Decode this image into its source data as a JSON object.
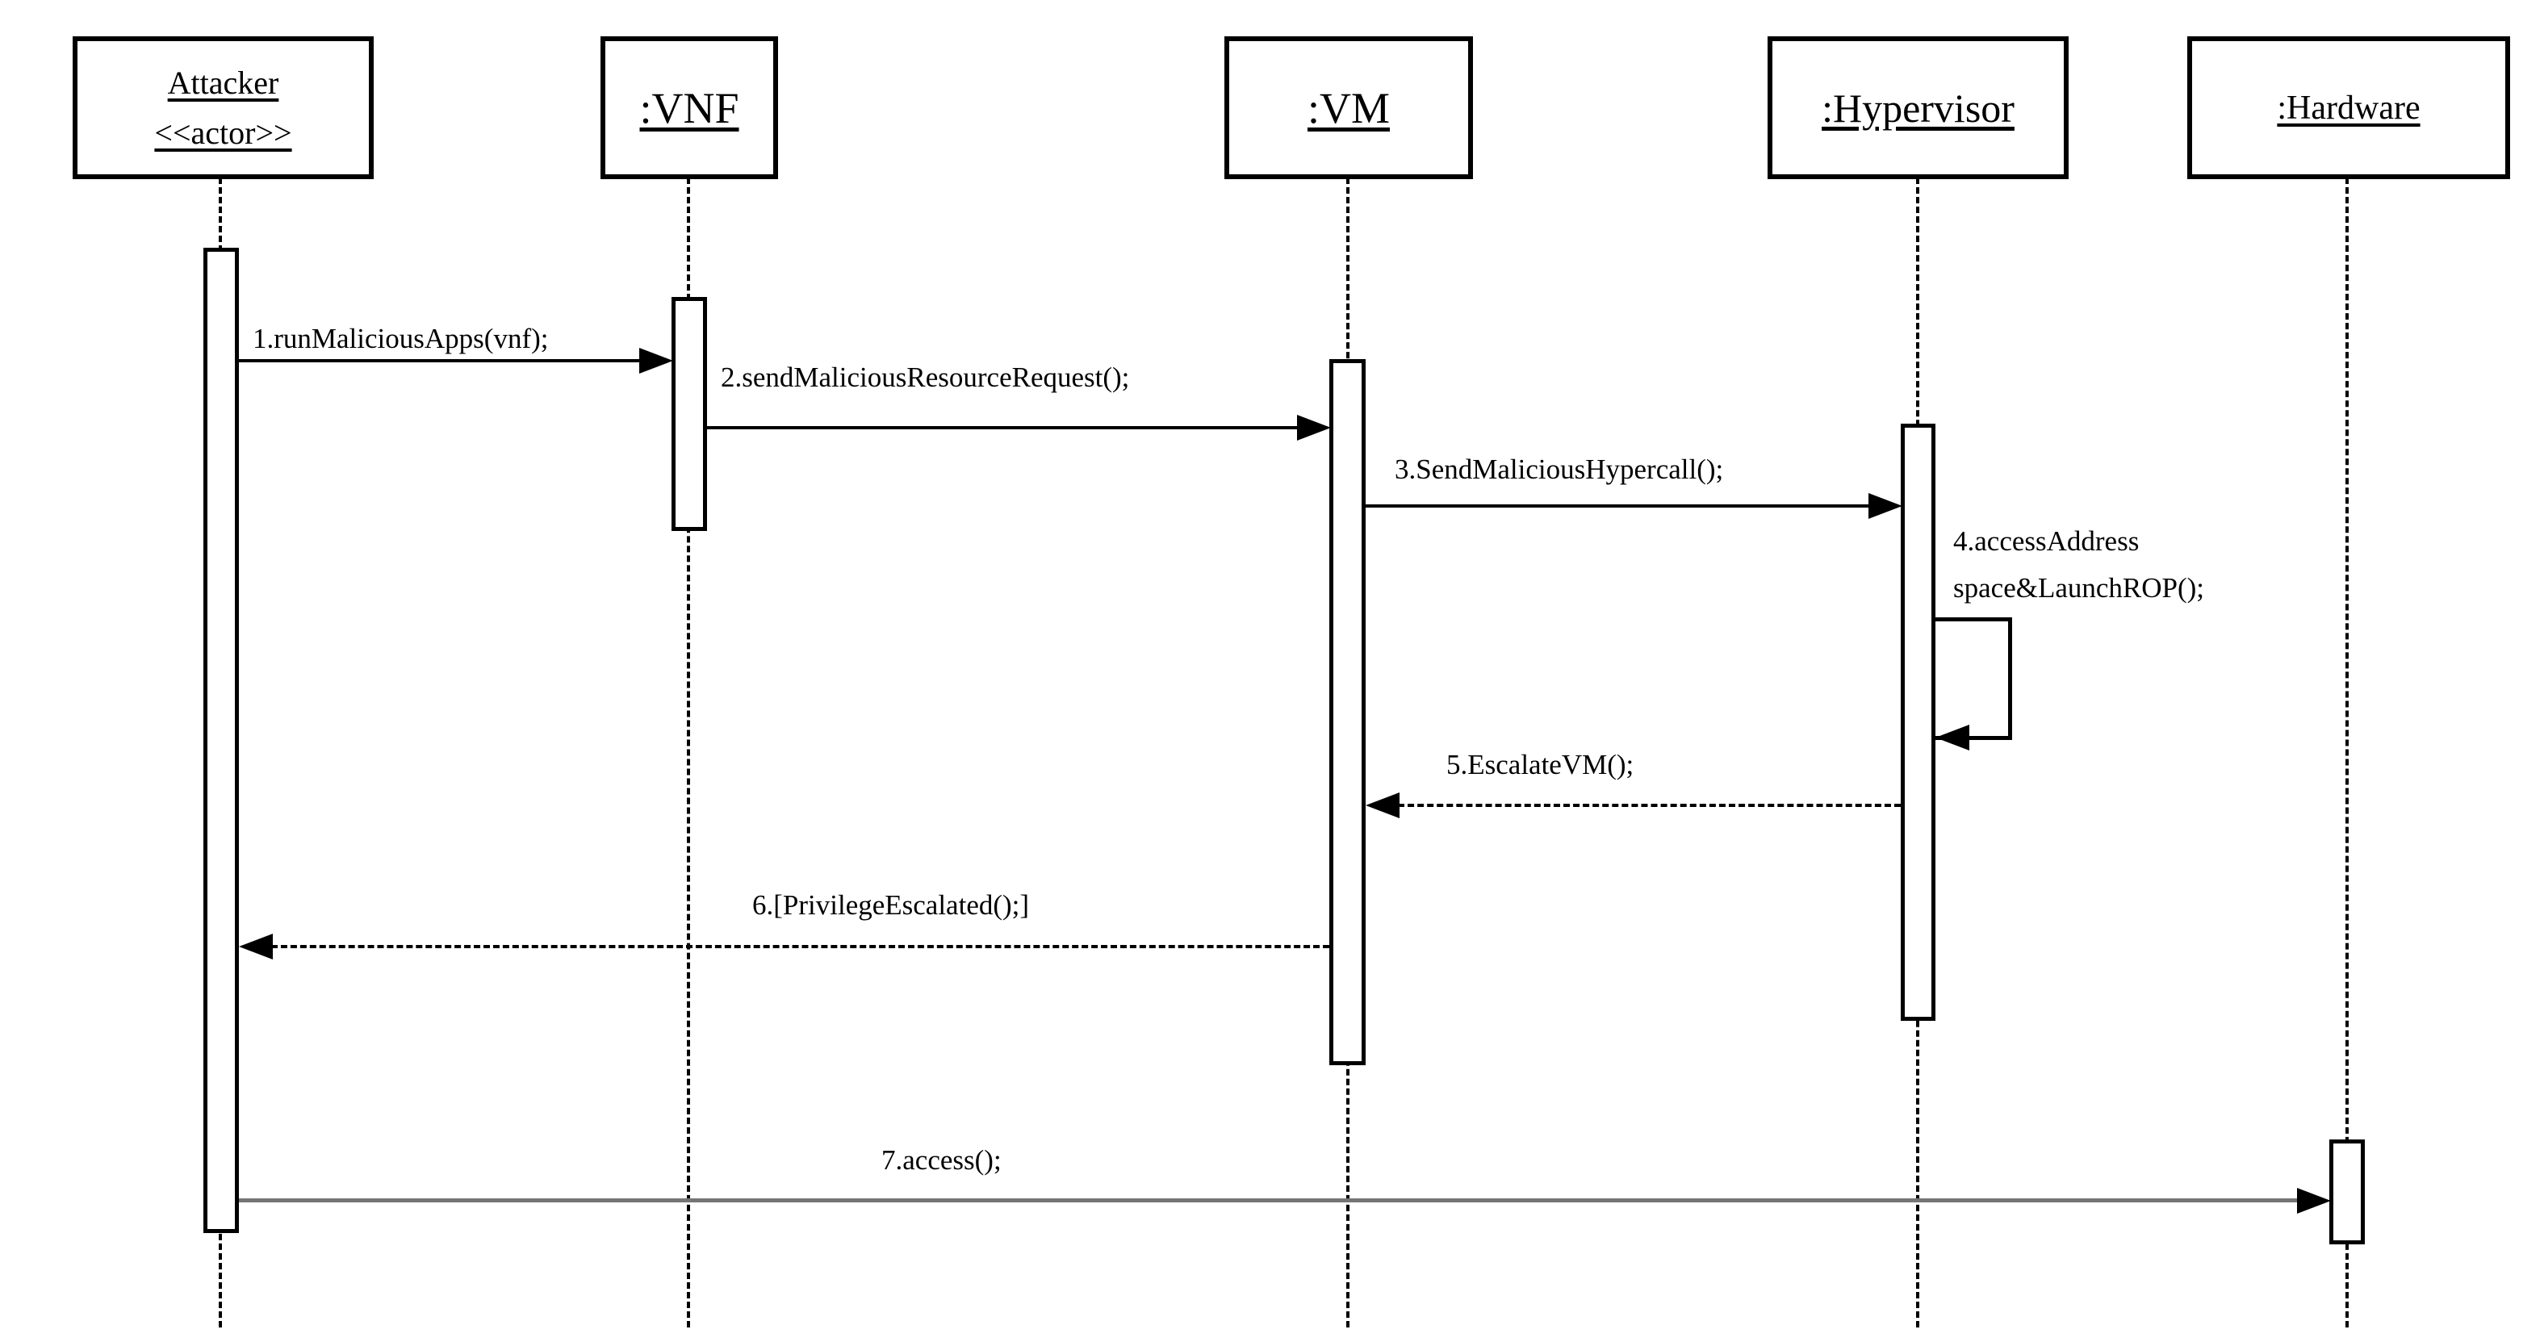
{
  "diagram": {
    "type": "uml-sequence-diagram",
    "lifelines": [
      {
        "id": "attacker",
        "name": "Attacker",
        "stereotype": "<<actor>>"
      },
      {
        "id": "vnf",
        "name": ":VNF"
      },
      {
        "id": "vm",
        "name": ":VM"
      },
      {
        "id": "hypervisor",
        "name": ":Hypervisor"
      },
      {
        "id": "hardware",
        "name": ":Hardware"
      }
    ],
    "messages": [
      {
        "seq": "1",
        "label": "1.runMaliciousApps(vnf);",
        "from": "Attacker",
        "to": ":VNF",
        "line_style": "solid"
      },
      {
        "seq": "2",
        "label": "2.sendMaliciousResourceRequest();",
        "from": ":VNF",
        "to": ":VM",
        "line_style": "solid"
      },
      {
        "seq": "3",
        "label": "3.SendMaliciousHypercall();",
        "from": ":VM",
        "to": ":Hypervisor",
        "line_style": "solid"
      },
      {
        "seq": "4",
        "label_line1": "4.accessAddress",
        "label_line2": "space&LaunchROP();",
        "from": ":Hypervisor",
        "to": ":Hypervisor",
        "line_style": "solid-self"
      },
      {
        "seq": "5",
        "label": "5.EscalateVM();",
        "from": ":Hypervisor",
        "to": ":VM",
        "line_style": "dashed"
      },
      {
        "seq": "6",
        "label": "6.[PrivilegeEscalated();]",
        "from": ":VM",
        "to": "Attacker",
        "line_style": "dashed"
      },
      {
        "seq": "7",
        "label": "7.access();",
        "from": "Attacker",
        "to": ":Hardware",
        "line_style": "solid-gray"
      }
    ]
  },
  "colors": {
    "line": "#000000",
    "message7_line": "#757575",
    "background": "#ffffff"
  }
}
